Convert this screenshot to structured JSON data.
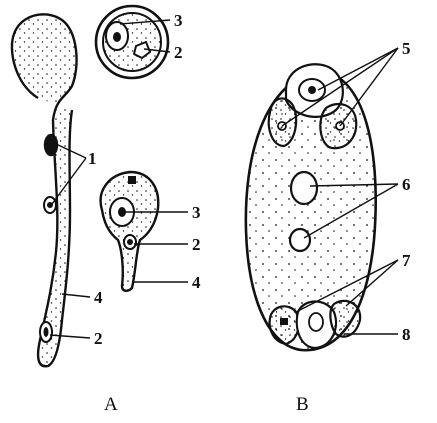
{
  "figure": {
    "ink": "#111111",
    "panels": {
      "A": {
        "label": "A"
      },
      "B": {
        "label": "B"
      }
    },
    "labels": {
      "a_top_3": "3",
      "a_top_2": "2",
      "a_tube_1": "1",
      "a_tube_4": "4",
      "a_tube_2": "2",
      "a_mid_3": "3",
      "a_mid_2": "2",
      "a_mid_4": "4",
      "b_5": "5",
      "b_6": "6",
      "b_7": "7",
      "b_8": "8"
    }
  }
}
